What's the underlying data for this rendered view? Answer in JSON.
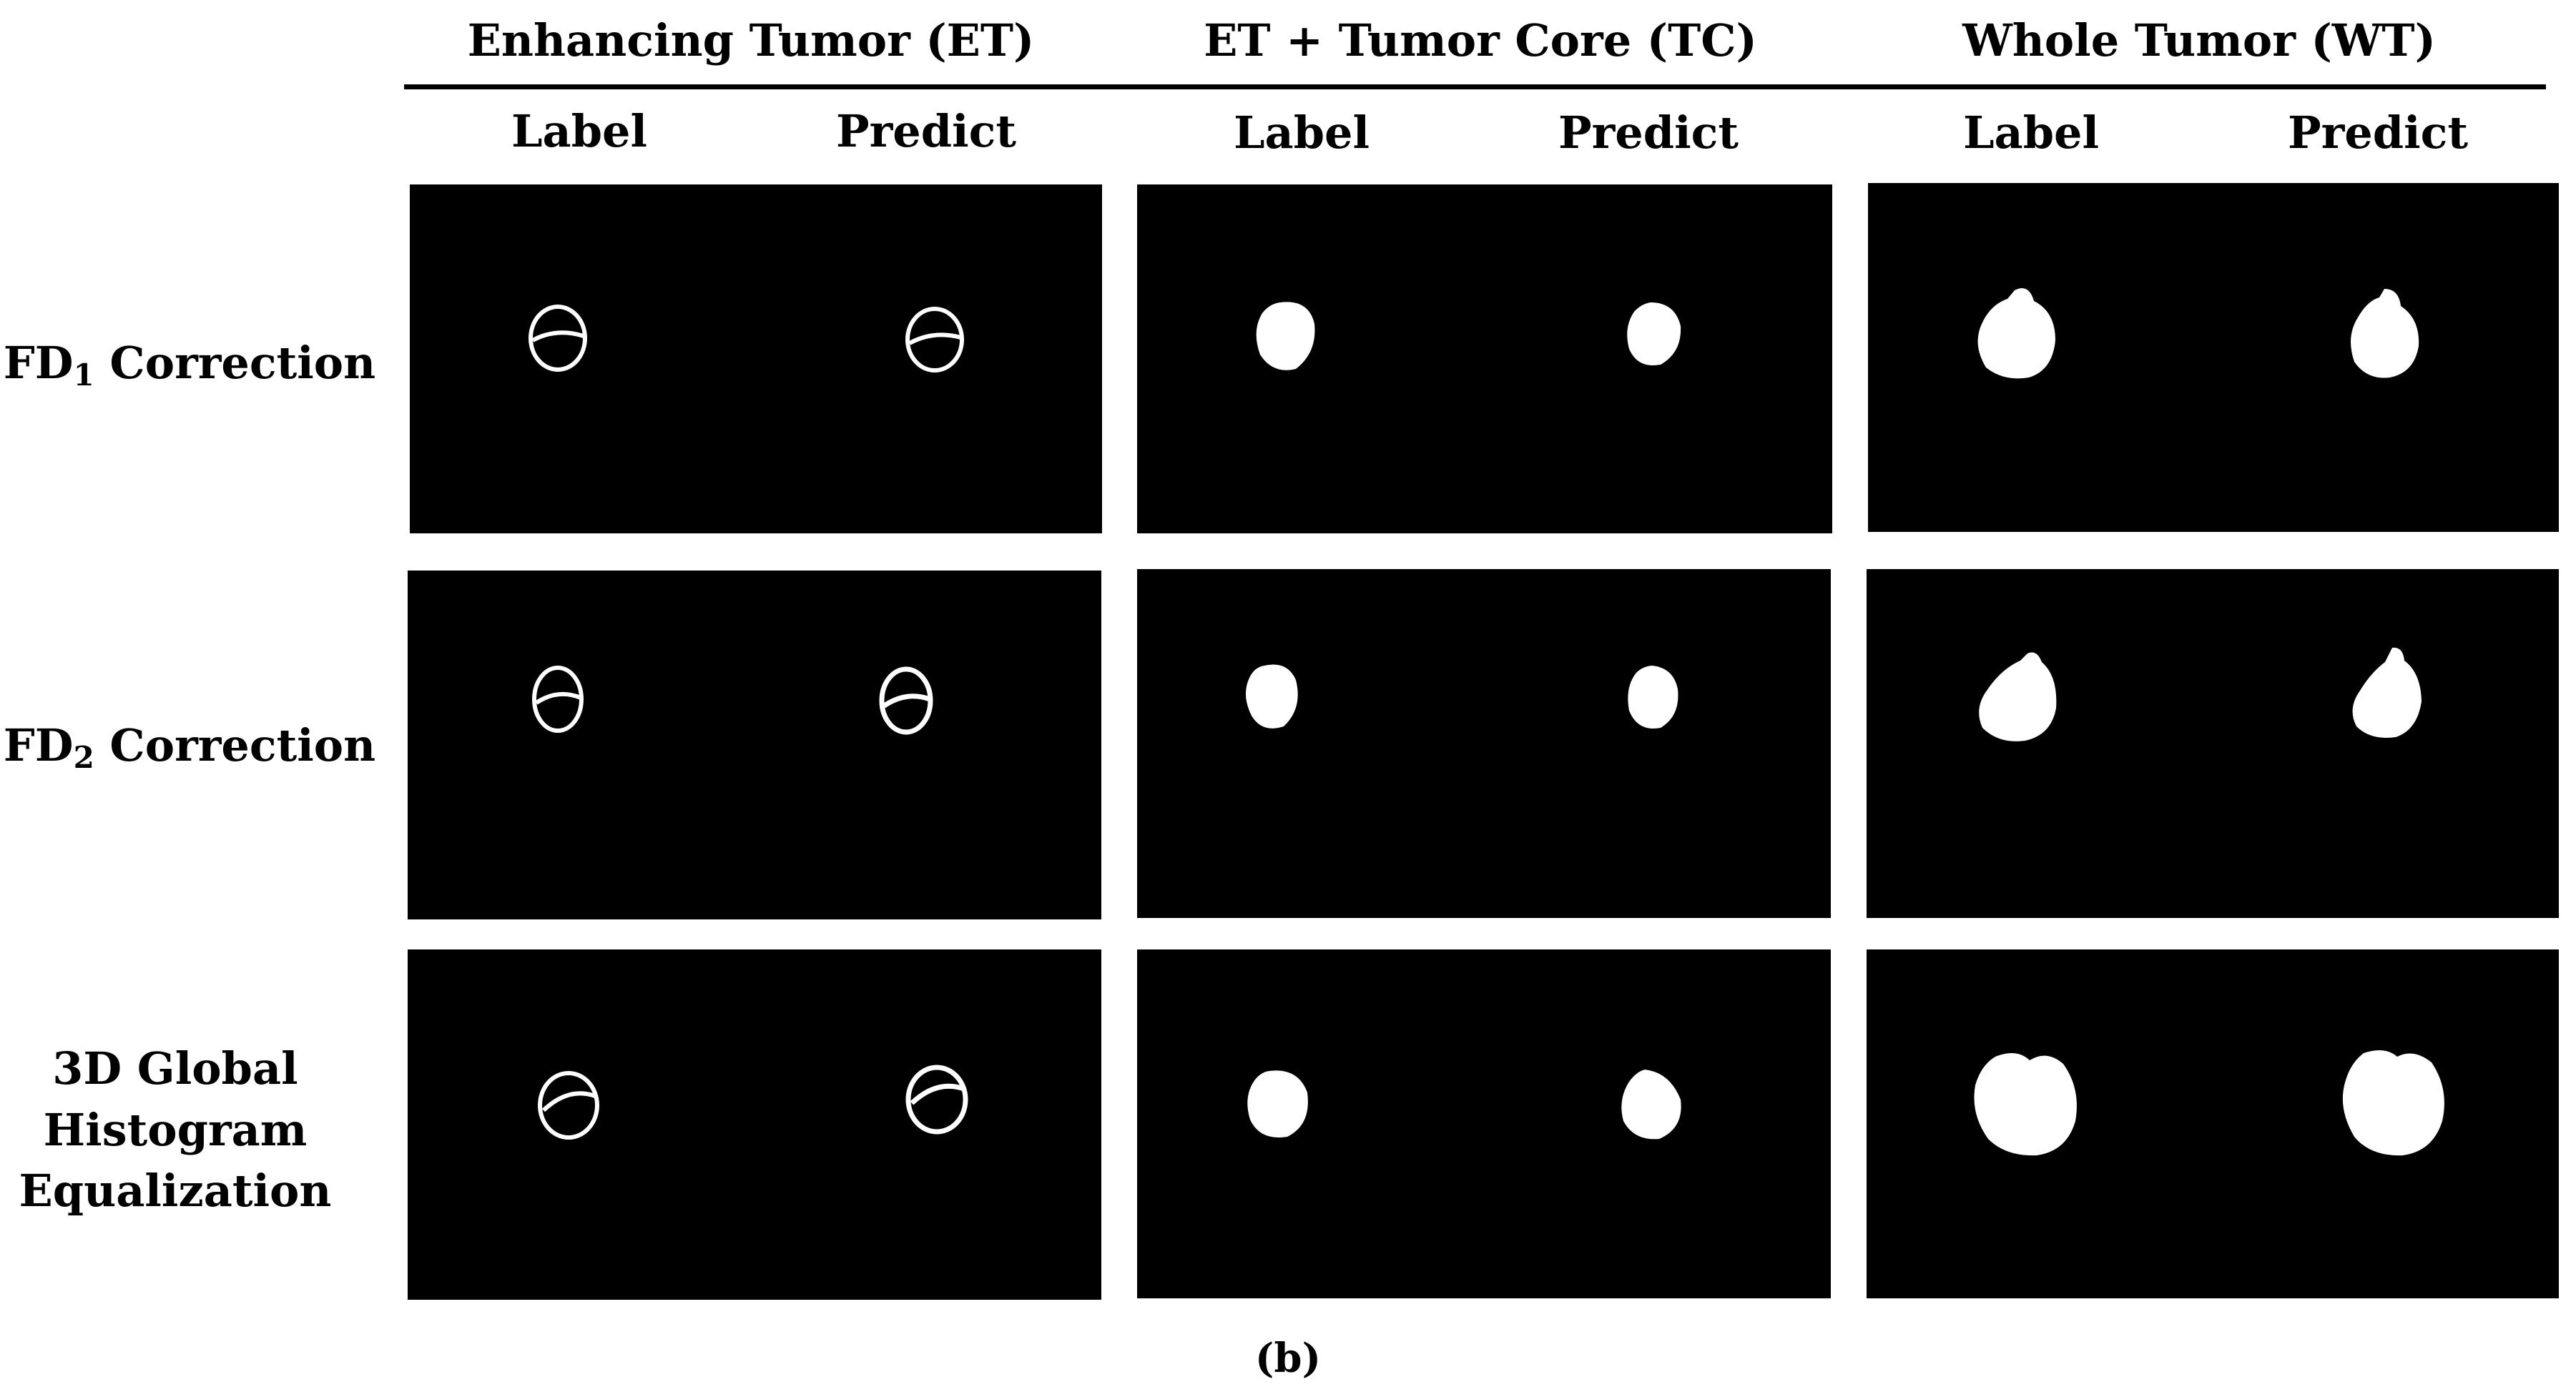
{
  "groups": [
    {
      "title": "Enhancing  Tumor (ET)",
      "label": "Label",
      "predict": "Predict"
    },
    {
      "title": "ET + Tumor Core (TC)",
      "label": "Label",
      "predict": "Predict"
    },
    {
      "title": "Whole Tumor (WT)",
      "label": "Label",
      "predict": "Predict"
    }
  ],
  "rows": [
    {
      "prefix": "FD",
      "subscript": "1",
      "suffix": " Correction"
    },
    {
      "prefix": "FD",
      "subscript": "2",
      "suffix": " Correction"
    },
    {
      "line1": "3D Global",
      "line2": "Histogram",
      "line3": "Equalization"
    }
  ],
  "caption": "(b)"
}
